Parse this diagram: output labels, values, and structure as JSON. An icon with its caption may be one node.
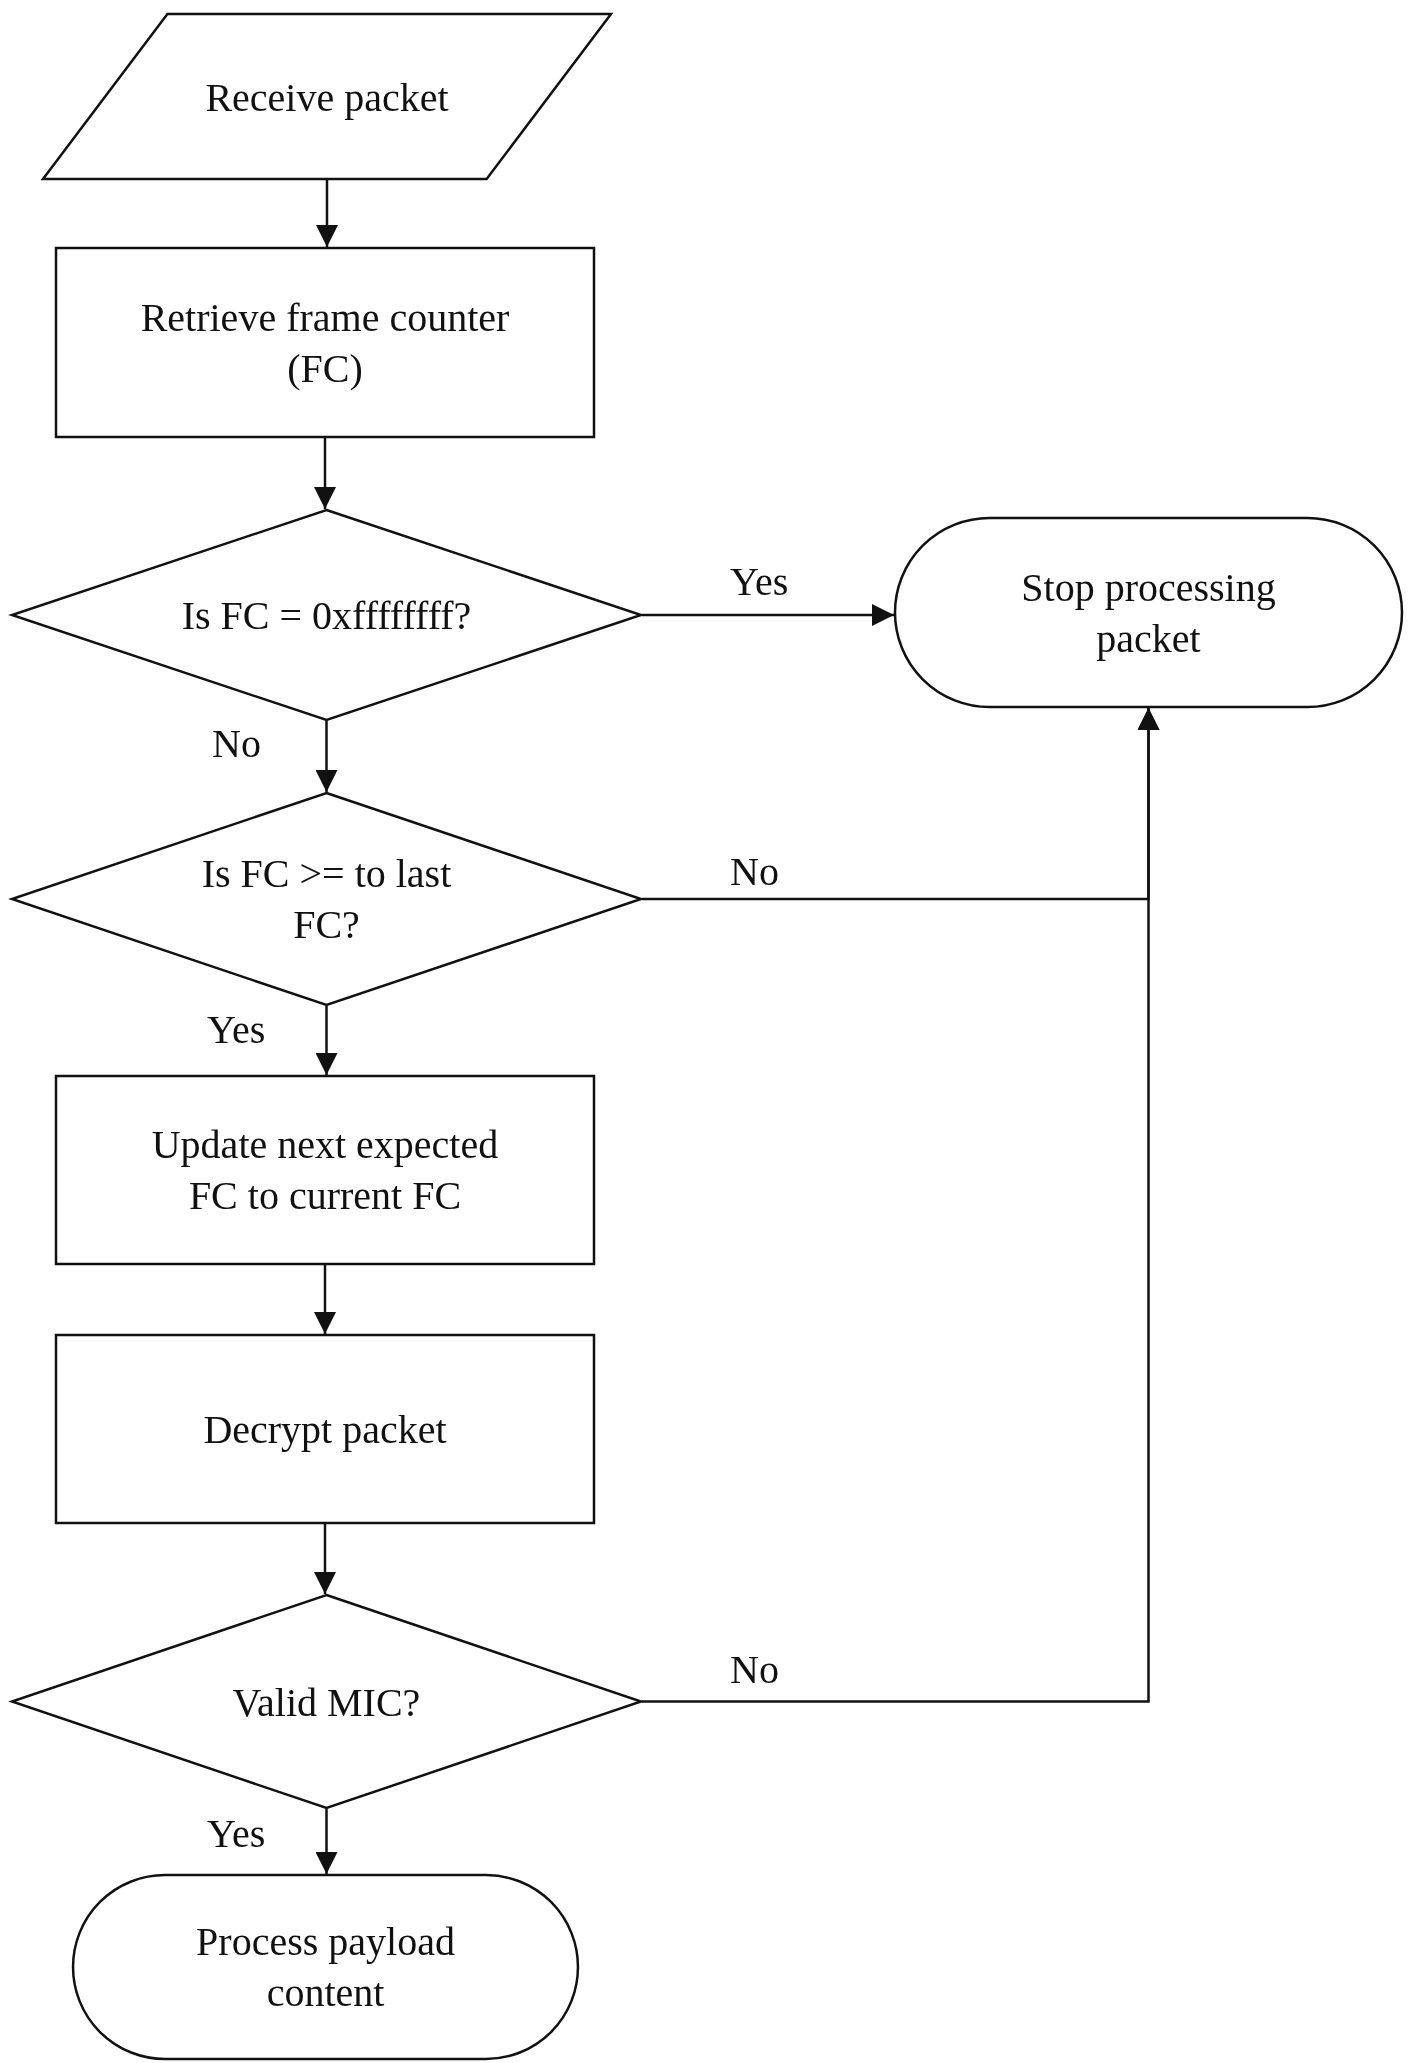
{
  "diagram": {
    "nodes": [
      {
        "text": [
          "Receive packet"
        ]
      },
      {
        "text": [
          "Retrieve frame counter (FC)"
        ]
      },
      {
        "text": [
          "Is FC = 0xffffffff?"
        ]
      },
      {
        "text": [
          "Stop processing packet"
        ]
      },
      {
        "text": [
          "Is FC >= to last FC?"
        ]
      },
      {
        "text": [
          "Update next expected FC to current FC"
        ]
      },
      {
        "text": [
          "Decrypt packet"
        ]
      },
      {
        "text": [
          "Valid MIC?"
        ]
      },
      {
        "text": [
          "Process payload content"
        ]
      }
    ],
    "edges": [
      {
        "from": 0,
        "to": 1,
        "arrow": "to"
      },
      {
        "from": 1,
        "to": 2,
        "arrow": "to"
      },
      {
        "from": 2,
        "to": 3,
        "arrow": "to",
        "label": "Yes"
      },
      {
        "from": 2,
        "to": 4,
        "arrow": "to",
        "label": "No"
      },
      {
        "from": 4,
        "to": 3,
        "arrow": "to",
        "label": "No"
      },
      {
        "from": 4,
        "to": 5,
        "arrow": "to",
        "label": "Yes"
      },
      {
        "from": 5,
        "to": 6,
        "arrow": "to"
      },
      {
        "from": 6,
        "to": 7,
        "arrow": "to"
      },
      {
        "from": 7,
        "to": 3,
        "arrow": "to",
        "label": "No"
      },
      {
        "from": 7,
        "to": 8,
        "arrow": "to",
        "label": "Yes"
      }
    ]
  }
}
